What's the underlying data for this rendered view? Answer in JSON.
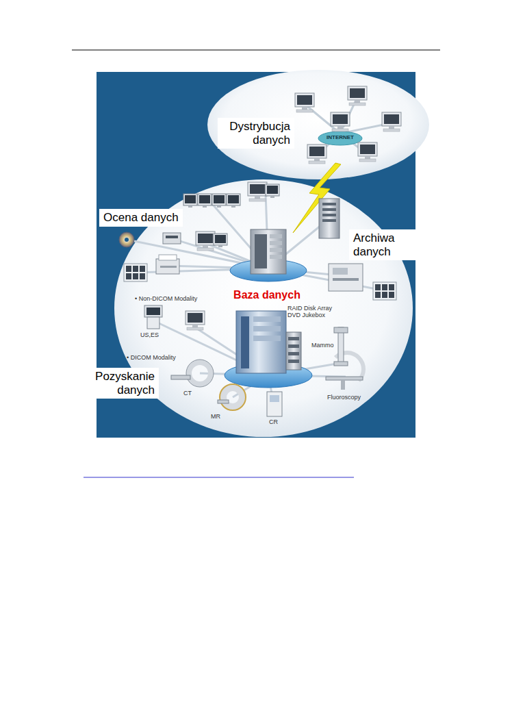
{
  "diagram": {
    "nodes": [
      {
        "text": [
          "Dystrybucja danych"
        ]
      },
      {
        "text": [
          "Ocena danych"
        ]
      },
      {
        "text": [
          "Archiwa danych"
        ]
      },
      {
        "text": [
          "Pozyskanie danych"
        ]
      }
    ],
    "labels": [
      "INTERNET",
      "Baza danych",
      "• Non-DICOM Modality",
      "US,ES",
      "• DICOM Modality",
      "RAID Disk Array DVD Jukebox",
      "Mammo",
      "CT",
      "MR",
      "CR",
      "Fluoroscopy"
    ]
  }
}
